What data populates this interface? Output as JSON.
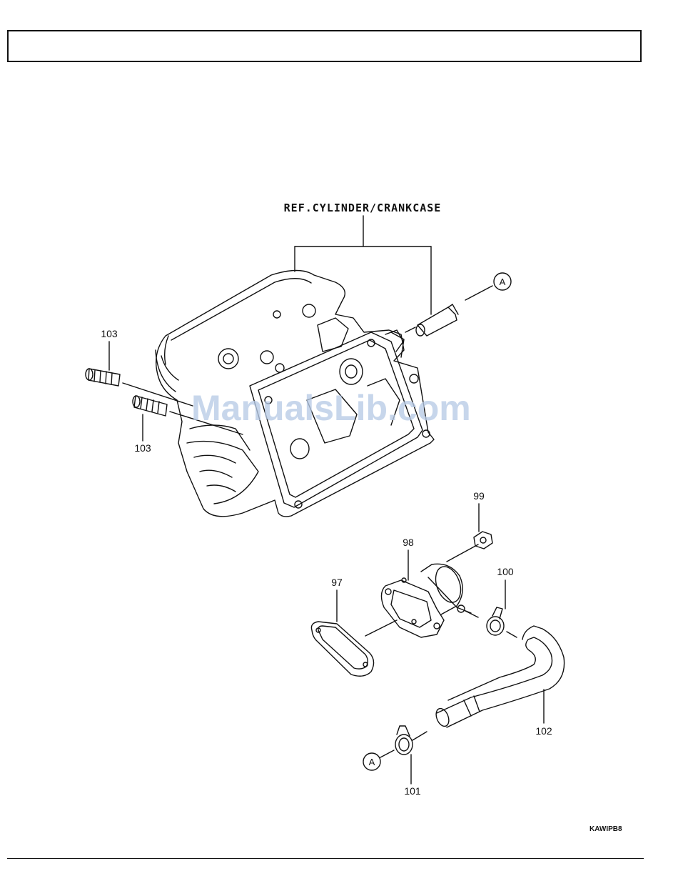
{
  "header": {
    "title": ""
  },
  "diagram": {
    "reference_label": "REF.CYLINDER/CRANKCASE",
    "callouts": {
      "c97": "97",
      "c98": "98",
      "c99": "99",
      "c100": "100",
      "c101": "101",
      "c102": "102",
      "c103_upper": "103",
      "c103_lower": "103"
    },
    "connector_upper": "A",
    "connector_lower": "A"
  },
  "watermark": "ManualsLib.com",
  "figure_code": "KAWIPB8"
}
